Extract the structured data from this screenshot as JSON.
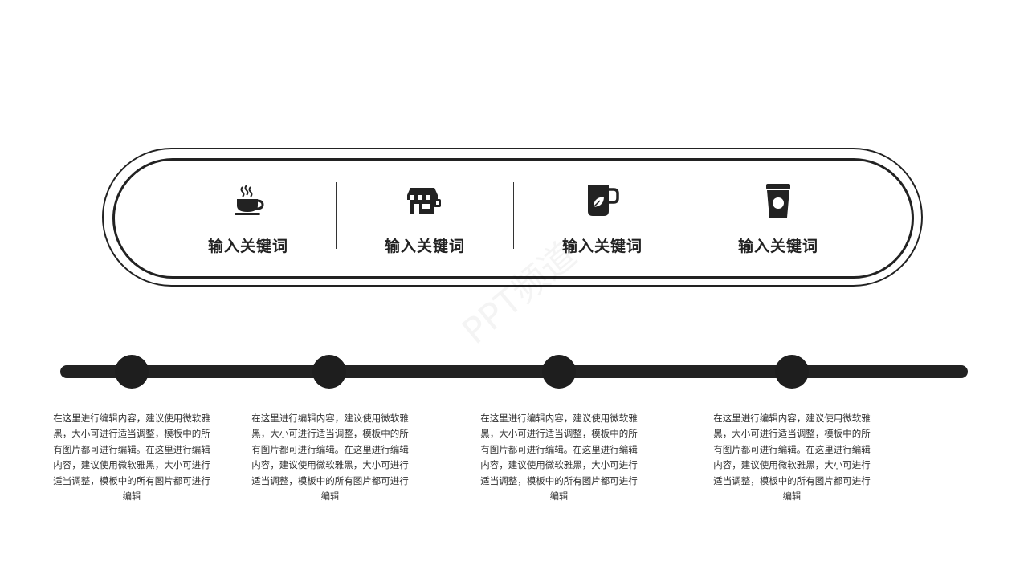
{
  "items": [
    {
      "icon": "coffee-cup-steam-icon",
      "label": "输入关键词"
    },
    {
      "icon": "storefront-icon",
      "label": "输入关键词"
    },
    {
      "icon": "tea-mug-leaf-icon",
      "label": "输入关键词"
    },
    {
      "icon": "takeaway-cup-icon",
      "label": "输入关键词"
    }
  ],
  "descriptions": [
    "在这里进行编辑内容，建议使用微软雅黑，大小可进行适当调整，模板中的所有图片都可进行编辑。在这里进行编辑内容，建议使用微软雅黑，大小可进行适当调整，模板中的所有图片都可进行编辑",
    "在这里进行编辑内容，建议使用微软雅黑，大小可进行适当调整，模板中的所有图片都可进行编辑。在这里进行编辑内容，建议使用微软雅黑，大小可进行适当调整，模板中的所有图片都可进行编辑",
    "在这里进行编辑内容，建议使用微软雅黑，大小可进行适当调整，模板中的所有图片都可进行编辑。在这里进行编辑内容，建议使用微软雅黑，大小可进行适当调整，模板中的所有图片都可进行编辑",
    "在这里进行编辑内容，建议使用微软雅黑，大小可进行适当调整，模板中的所有图片都可进行编辑。在这里进行编辑内容，建议使用微软雅黑，大小可进行适当调整，模板中的所有图片都可进行编辑"
  ],
  "colors": {
    "ink": "#222222",
    "background": "#ffffff"
  },
  "watermark": "PPT频道"
}
